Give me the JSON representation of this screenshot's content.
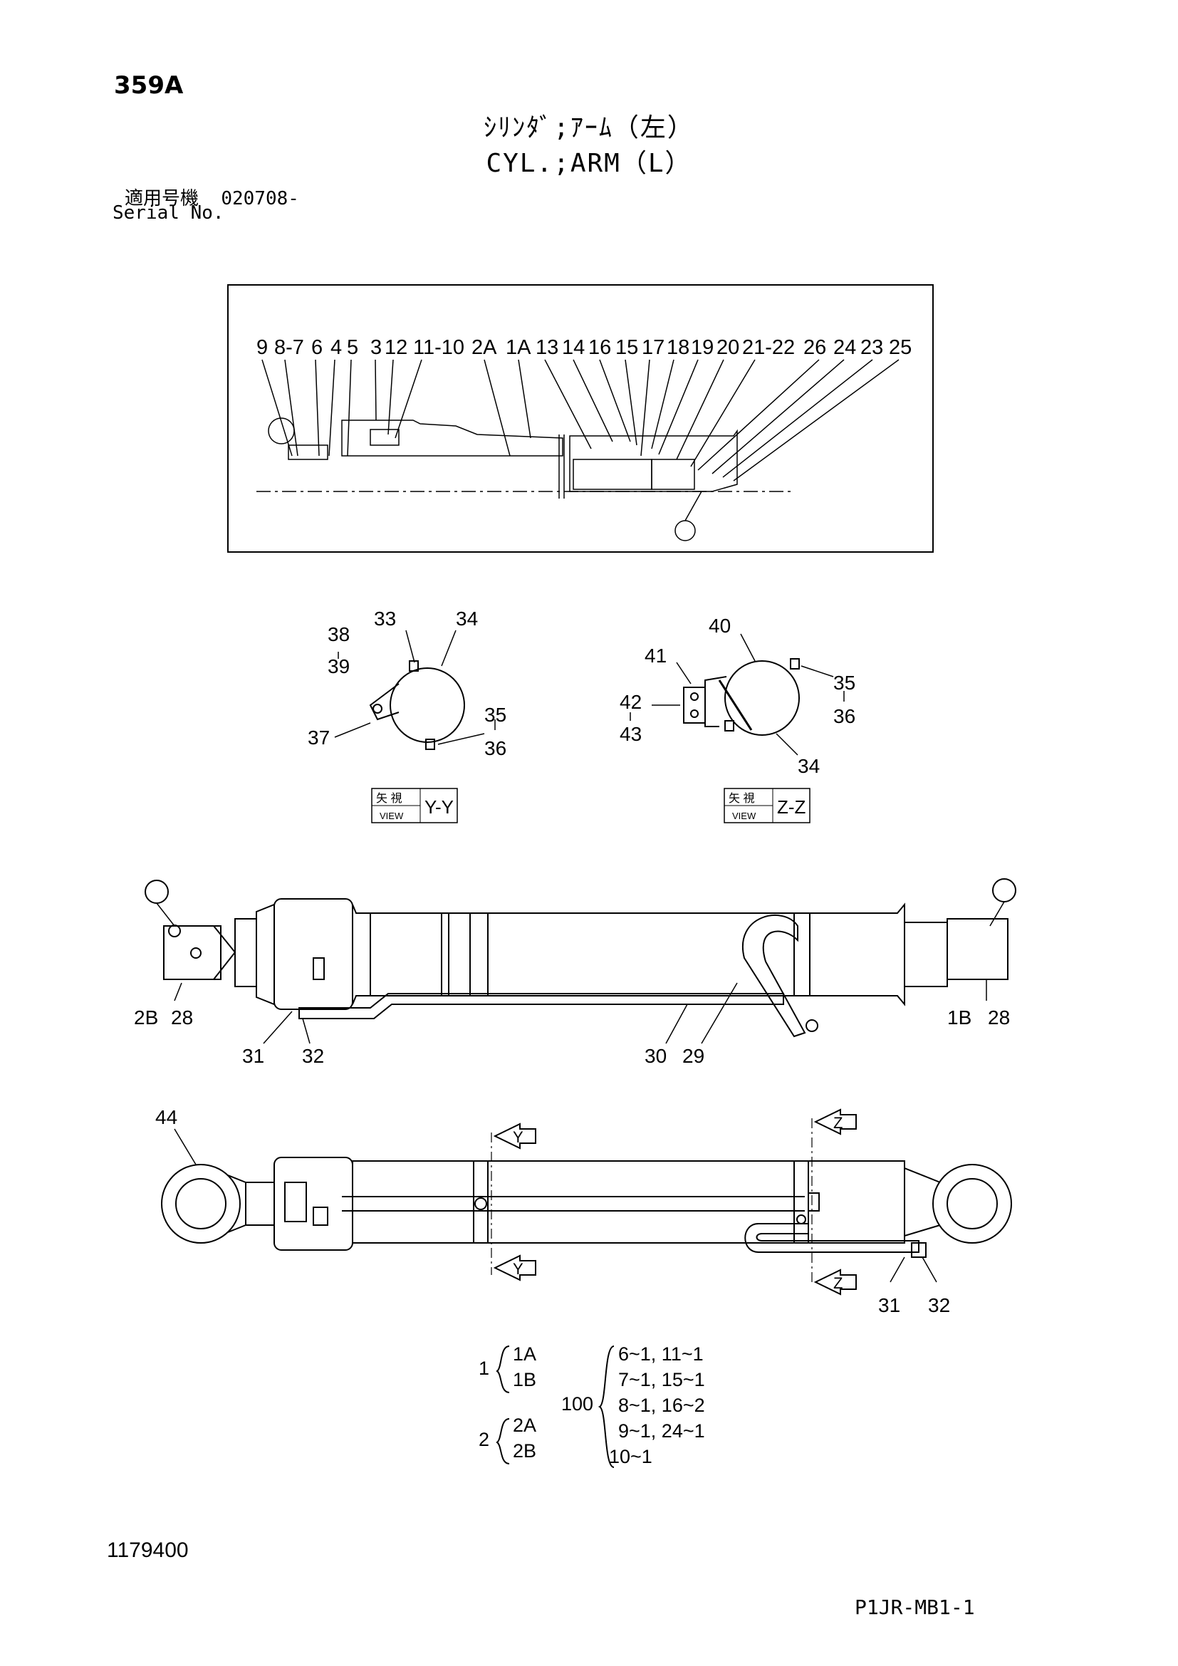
{
  "header": {
    "page_number": "359A",
    "title_jp": "ｼﾘﾝﾀﾞ;ｱｰﾑ（左）",
    "title_en": "CYL.;ARM（L）",
    "serial_label_jp": "適用号機",
    "serial_value": "020708-",
    "serial_label_en": "Serial No."
  },
  "section_callouts": [
    "9",
    "8-7",
    "6",
    "4",
    "5",
    "3",
    "12",
    "11-10",
    "2A",
    "1A",
    "13",
    "14",
    "16",
    "15",
    "17",
    "18",
    "19",
    "20",
    "21-22",
    "26",
    "24",
    "23",
    "25"
  ],
  "view_yy": {
    "callouts": [
      "33",
      "34",
      "38",
      "39",
      "37",
      "35",
      "36"
    ],
    "badge_top": "矢 視",
    "badge_bottom": "VIEW",
    "badge_label": "Y-Y"
  },
  "view_zz": {
    "callouts": [
      "40",
      "41",
      "42",
      "43",
      "35",
      "36",
      "34"
    ],
    "badge_top": "矢 視",
    "badge_bottom": "VIEW",
    "badge_label": "Z-Z"
  },
  "side_view_callouts": [
    "2B",
    "28",
    "31",
    "32",
    "30",
    "29",
    "1B",
    "28"
  ],
  "top_view_callouts": [
    "44",
    "31",
    "32"
  ],
  "section_markers": [
    "Y",
    "Y",
    "Z",
    "Z"
  ],
  "legend": {
    "group1": {
      "num": "1",
      "items": [
        "1A",
        "1B"
      ]
    },
    "group2": {
      "num": "2",
      "items": [
        "2A",
        "2B"
      ]
    },
    "group100": {
      "num": "100",
      "items": [
        "6~1, 11~1",
        "7~1, 15~1",
        "8~1, 16~2",
        "9~1, 24~1",
        "10~1"
      ]
    }
  },
  "footer": {
    "drawing_number": "1179400",
    "page_code": "P1JR-MB1-1"
  }
}
